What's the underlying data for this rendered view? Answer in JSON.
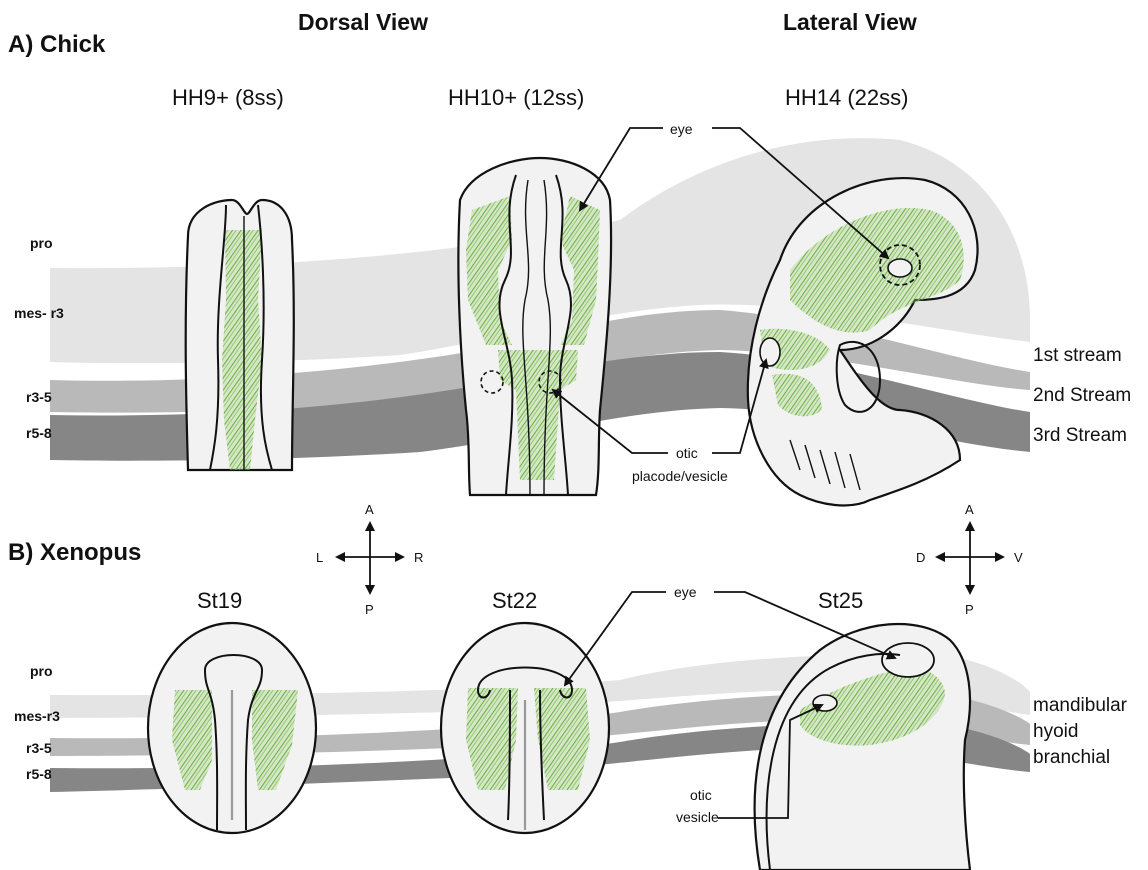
{
  "headers": {
    "dorsal": "Dorsal View",
    "lateral": "Lateral View"
  },
  "panels": {
    "a": "A) Chick",
    "b": "B) Xenopus"
  },
  "chick": {
    "stages": [
      "HH9+ (8ss)",
      "HH10+ (12ss)",
      "HH14 (22ss)"
    ],
    "rows": [
      "pro",
      "mes- r3",
      "r3-5",
      "r5-8"
    ],
    "streams": [
      "1st stream",
      "2nd Stream",
      "3rd Stream"
    ],
    "annotations": {
      "eye": "eye",
      "otic_line1": "otic",
      "otic_line2": "placode/vesicle"
    }
  },
  "xenopus": {
    "stages": [
      "St19",
      "St22",
      "St25"
    ],
    "rows": [
      "pro",
      "mes-r3",
      "r3-5",
      "r5-8"
    ],
    "streams": [
      "mandibular",
      "hyoid",
      "branchial"
    ],
    "annotations": {
      "eye": "eye",
      "otic_line1": "otic",
      "otic_line2": "vesicle"
    }
  },
  "axes": {
    "dorsal": {
      "up": "A",
      "down": "P",
      "left": "L",
      "right": "R"
    },
    "lateral": {
      "up": "A",
      "down": "P",
      "left": "D",
      "right": "V"
    }
  },
  "colors": {
    "green_label": "#6db33f",
    "band_light": "#e4e4e4",
    "band_mid": "#b9b9b9",
    "band_dark": "#868686",
    "embryo_fill": "#f2f2f2"
  }
}
